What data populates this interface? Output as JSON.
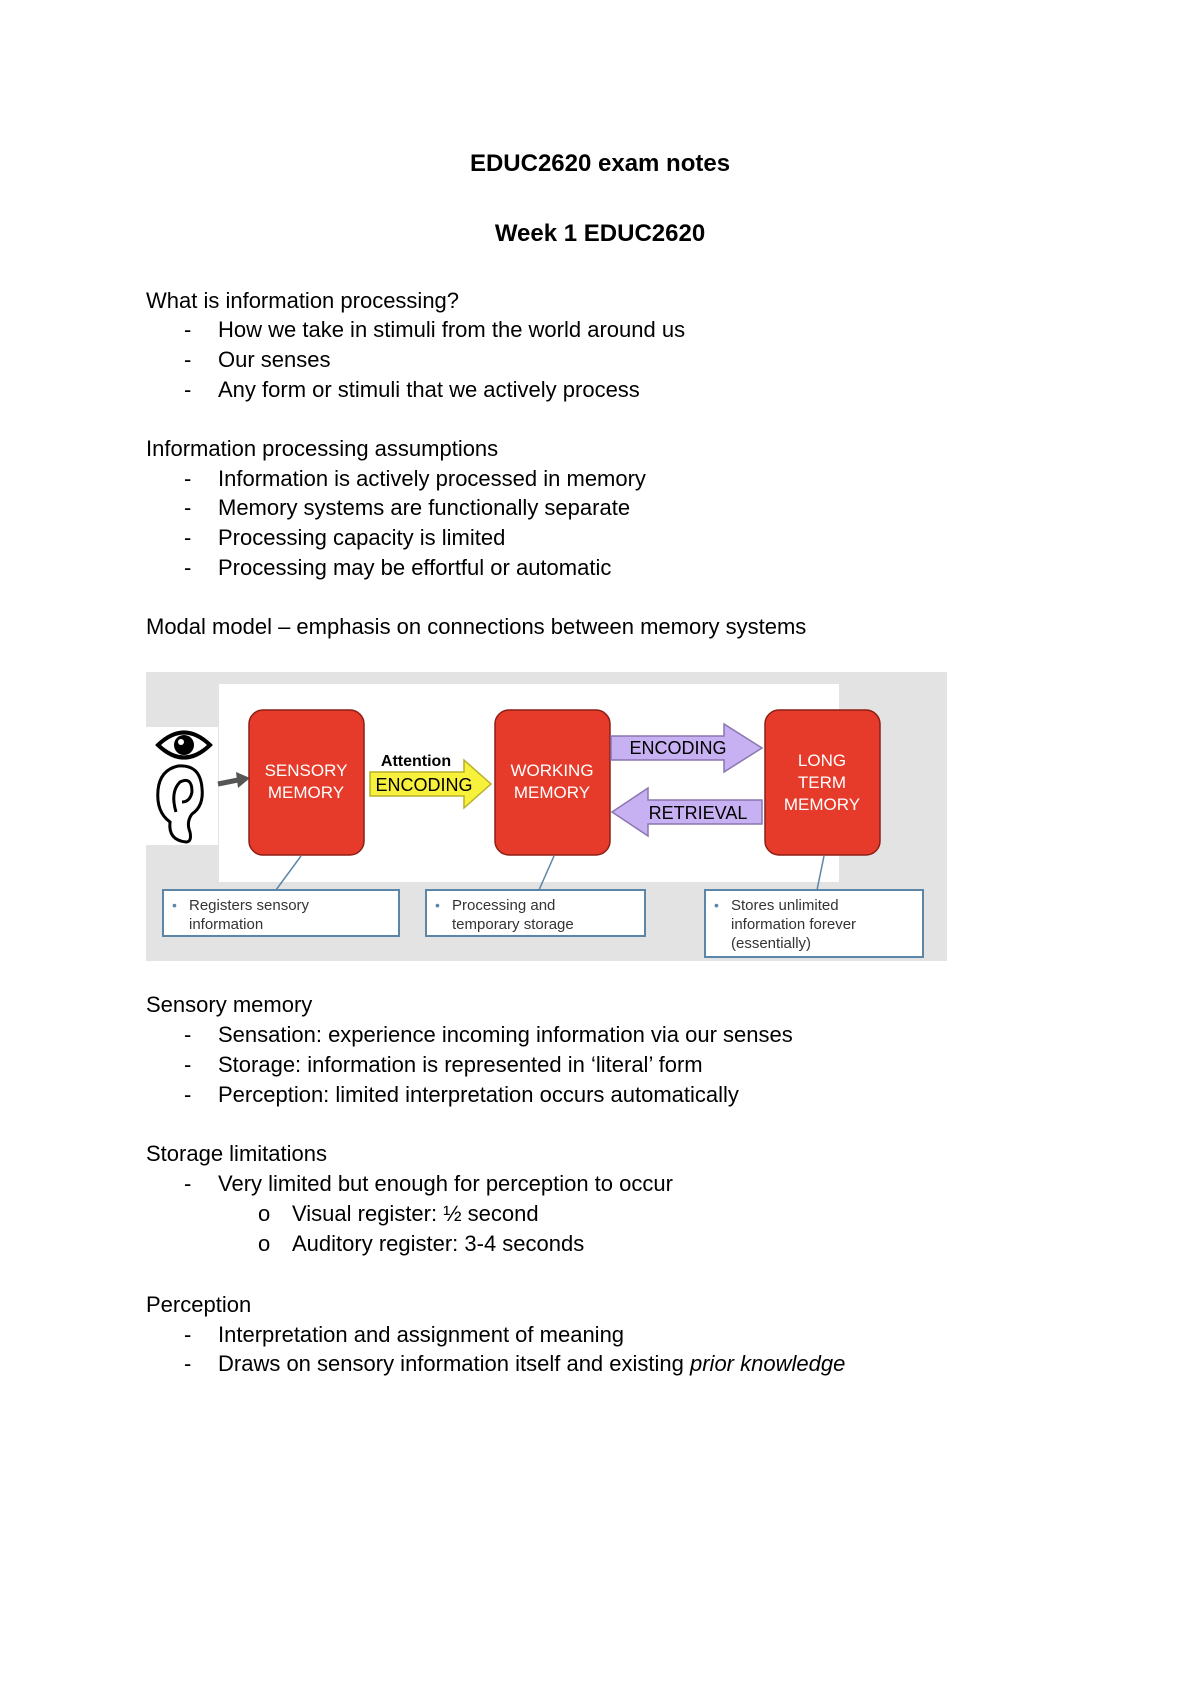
{
  "title": "EDUC2620 exam notes",
  "subtitle": "Week 1 EDUC2620",
  "sections": [
    {
      "heading": "What is information processing?",
      "items": [
        "How we take in stimuli from the world around us",
        "Our senses",
        "Any form or stimuli that we actively process"
      ]
    },
    {
      "heading": "Information processing assumptions",
      "items": [
        "Information is actively processed in memory",
        "Memory systems are functionally separate",
        "Processing capacity is limited",
        "Processing may be effortful or automatic"
      ]
    },
    {
      "heading": "Modal model – emphasis on connections between memory systems"
    },
    {
      "heading": "Sensory memory",
      "items": [
        "Sensation: experience incoming information via our senses",
        "Storage: information is represented in ‘literal’ form",
        "Perception: limited interpretation occurs automatically"
      ]
    },
    {
      "heading": "Storage limitations",
      "items": [
        "Very limited but enough for perception to occur"
      ],
      "subitems": [
        "Visual register: ½ second",
        "Auditory register: 3-4 seconds"
      ]
    },
    {
      "heading": "Perception",
      "items": [
        "Interpretation and assignment of meaning",
        "Draws on sensory information itself and existing "
      ],
      "italic_tail": "prior knowledge"
    }
  ],
  "markers": {
    "dash": "-",
    "sub_bullet": "o"
  },
  "diagram": {
    "sensory_line1": "SENSORY",
    "sensory_line2": "MEMORY",
    "attention": "Attention",
    "encoding1": "ENCODING",
    "working_line1": "WORKING",
    "working_line2": "MEMORY",
    "encoding2": "ENCODING",
    "retrieval": "RETRIEVAL",
    "ltm_line1": "LONG",
    "ltm_line2": "TERM",
    "ltm_line3": "MEMORY",
    "note1_line1": "Registers sensory",
    "note1_line2": "information",
    "note2_line1": "Processing and",
    "note2_line2": "temporary storage",
    "note3_line1": "Stores unlimited",
    "note3_line2": "information forever",
    "note3_line3": "(essentially)",
    "note_bullet": "•",
    "colors": {
      "box": "#e63b2a",
      "encoding_arrow": "#f7f13c",
      "purple_arrow": "#c8b1f2",
      "note_border": "#5b86a8"
    }
  }
}
